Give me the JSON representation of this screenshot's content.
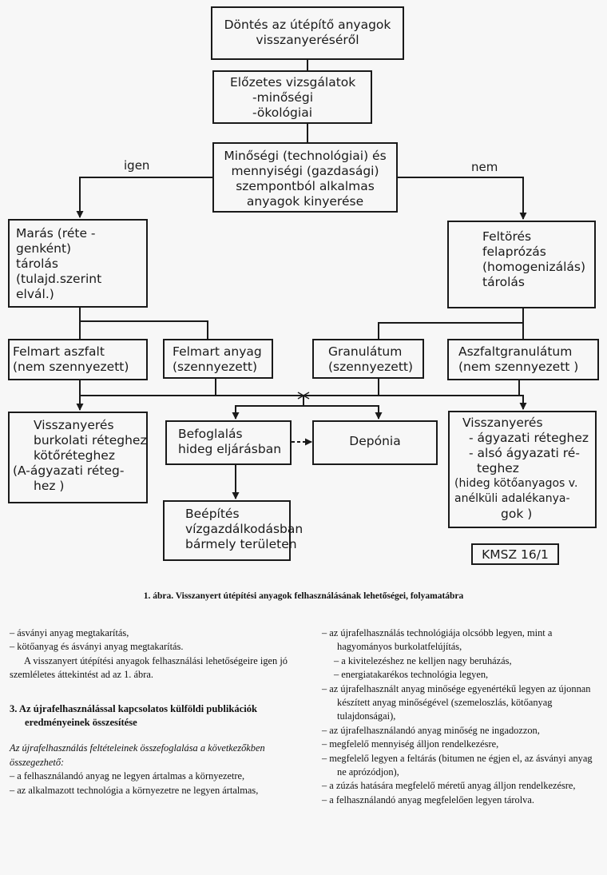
{
  "flowchart": {
    "box_top": [
      "Döntés az útépítő anyagok",
      "visszanyeréséről"
    ],
    "box_pre": [
      "Előzetes vizsgálatok",
      "-minőségi",
      "-ökológiai"
    ],
    "box_q": [
      "Minőségi (technológiai) és",
      "mennyiségi (gazdasági)",
      "szempontból alkalmas",
      "anyagok kinyerése"
    ],
    "label_yes": "igen",
    "label_no": "nem",
    "box_left": [
      "Marás (réte -",
      "genként)",
      "tárolás",
      "(tulajd.szerint",
      "elvál.)"
    ],
    "box_right": [
      "Feltörés",
      "felaprózás",
      "(homogenizálás)",
      "tárolás"
    ],
    "box_a1": [
      "Felmart aszfalt",
      "(nem szennyezett)"
    ],
    "box_a2": [
      "Felmart anyag",
      "(szennyezett)"
    ],
    "box_a3": [
      "Granulátum",
      "(szennyezett)"
    ],
    "box_a4": [
      "Aszfaltgranulátum",
      "(nem szennyezett )"
    ],
    "box_b1": [
      "Visszanyerés",
      "burkolati réteghez",
      "kötőréteghez",
      "(A-ágyazati réteg-",
      "hez )"
    ],
    "box_b2": [
      "Befoglalás",
      "hideg eljárásban"
    ],
    "box_b3": [
      "Depónia"
    ],
    "box_b4": [
      "Visszanyerés",
      "- ágyazati réteghez",
      "- alsó ágyazati ré-",
      "teghez",
      "(hideg kötőanyagos v.",
      "anélküli adalékanya-",
      "gok )"
    ],
    "box_c1": [
      "Beépítés",
      "vízgazdálkodásban",
      "bármely területen"
    ],
    "stamp": "KMSZ 16/1"
  },
  "caption": "1. ábra. Visszanyert útépítési anyagok felhasználásának lehetőségei, folyamatábra",
  "left_col": {
    "l1": "– ásványi anyag megtakarítás,",
    "l2": "– kötőanyag és ásványi anyag megtakarítás.",
    "para": "A visszanyert útépítési anyagok felhasználási lehetőségeire igen jó szemléletes áttekintést ad az 1. ábra.",
    "heading": "3. Az újrafelhasználással kapcsolatos külföldi publikációk eredményeinek összesítése",
    "intro": "Az újrafelhasználás feltételeinek összefoglalása a következőkben összegezhető:",
    "i1": "– a felhasználandó anyag ne legyen ártalmas a környezetre,",
    "i2": "– az alkalmazott technológia a környezetre ne legyen ártalmas,"
  },
  "right_col": {
    "r1": "– az újrafelhasználás technológiája olcsóbb legyen, mint a hagyományos burkolatfelújítás,",
    "r2": "– a kivitelezéshez ne kelljen nagy beruházás,",
    "r3": "– energiatakarékos technológia legyen,",
    "r4": "– az újrafelhasznált anyag minősége egyenértékű legyen az újonnan készített anyag minőségével (szemeloszlás, kötőanyag tulajdonságai),",
    "r5": "– az újrafelhasználandó anyag minőség ne ingadozzon,",
    "r6": "– megfelelő mennyiség álljon rendelkezésre,",
    "r7": "– megfelelő legyen a feltárás (bitumen ne égjen el, az ásványi anyag ne aprózódjon),",
    "r8": "– a zúzás hatására megfelelő méretű anyag álljon rendelkezésre,",
    "r9": "– a felhasználandó anyag megfelelően legyen tárolva."
  }
}
